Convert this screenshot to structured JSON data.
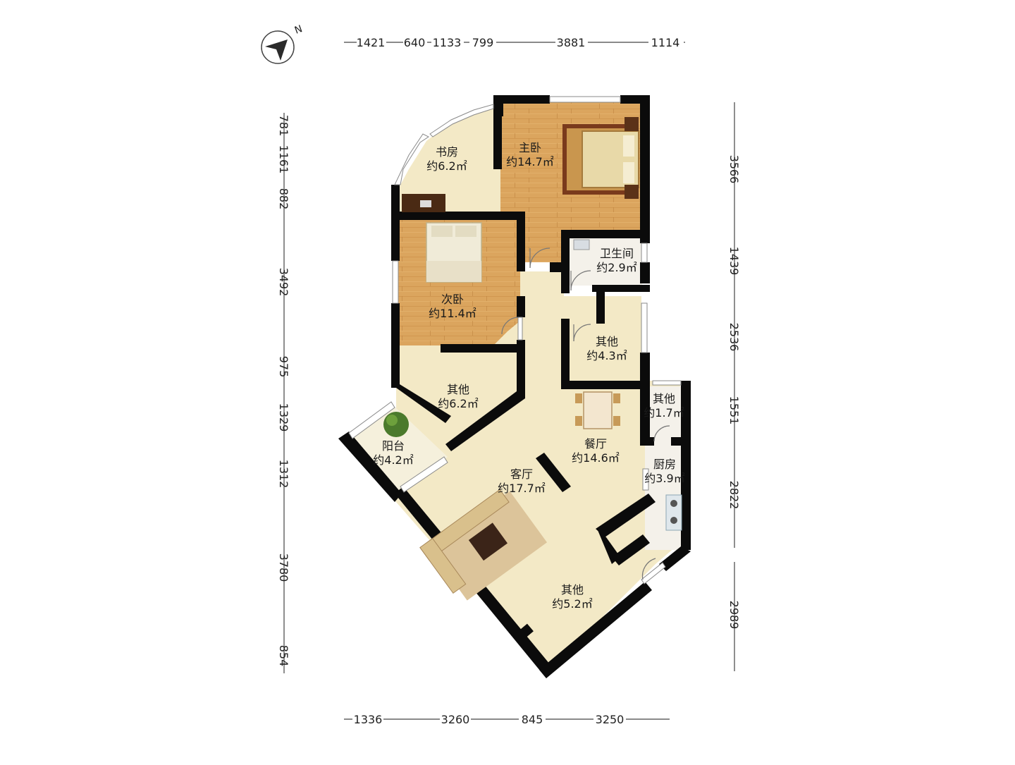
{
  "compass": {
    "north_label": "N"
  },
  "rooms": {
    "study": {
      "name": "书房",
      "area": "约6.2㎡"
    },
    "master_bedroom": {
      "name": "主卧",
      "area": "约14.7㎡"
    },
    "bathroom": {
      "name": "卫生间",
      "area": "约2.9㎡"
    },
    "second_bedroom": {
      "name": "次卧",
      "area": "约11.4㎡"
    },
    "other_right": {
      "name": "其他",
      "area": "约4.3㎡"
    },
    "other_left": {
      "name": "其他",
      "area": "约6.2㎡"
    },
    "other_small": {
      "name": "其他",
      "area": "约1.7㎡"
    },
    "balcony": {
      "name": "阳台",
      "area": "约4.2㎡"
    },
    "dining": {
      "name": "餐厅",
      "area": "约14.6㎡"
    },
    "kitchen": {
      "name": "厨房",
      "area": "约3.9㎡"
    },
    "living": {
      "name": "客厅",
      "area": "约17.7㎡"
    },
    "other_bottom": {
      "name": "其他",
      "area": "约5.2㎡"
    }
  },
  "dimensions": {
    "top": [
      "1421",
      "640",
      "1133",
      "799",
      "3881",
      "1114"
    ],
    "bottom": [
      "1336",
      "3260",
      "845",
      "3250"
    ],
    "left": [
      "781",
      "1161",
      "882",
      "3492",
      "975",
      "1329",
      "1312",
      "3780",
      "854"
    ],
    "right": [
      "3566",
      "1439",
      "2536",
      "1551",
      "2822",
      "2989"
    ]
  },
  "colors": {
    "wall": "#0b0b0b",
    "floor": "#f3e9c6",
    "wood": "#d9a25a"
  }
}
